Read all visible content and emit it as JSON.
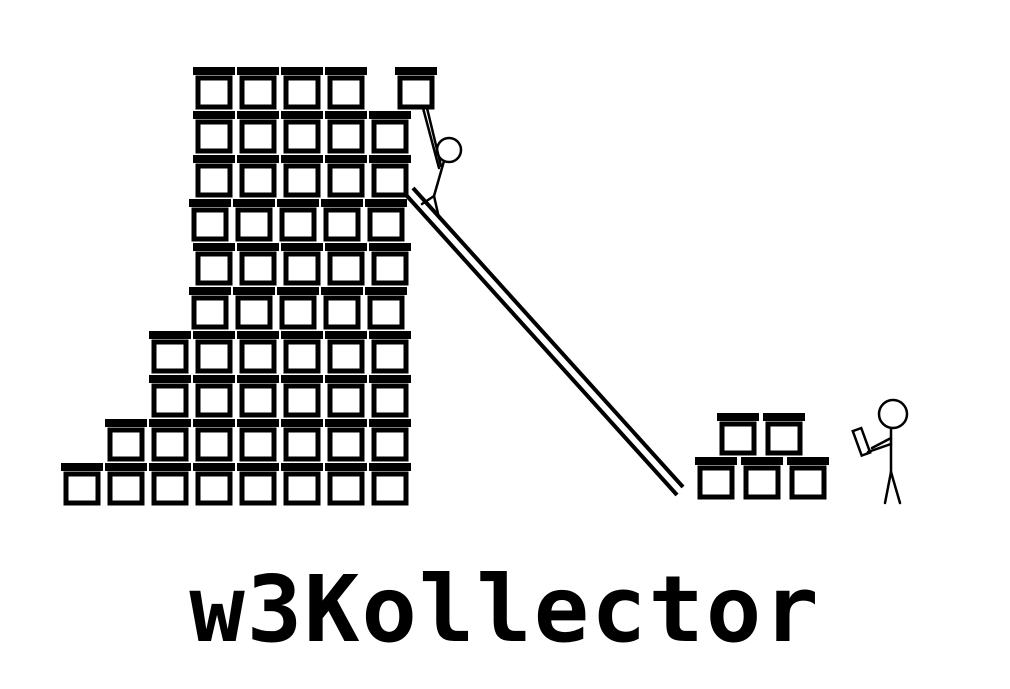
{
  "logo": {
    "text": "w3Kollector",
    "color": "#000000",
    "background": "#ffffff"
  },
  "illustration": {
    "tall_stack_rows": [
      5,
      5,
      5,
      5,
      5,
      5,
      6,
      6,
      7,
      8
    ],
    "small_stack_rows": [
      2,
      3
    ],
    "figures": [
      "climber-on-ladder",
      "person-reading-tablet"
    ]
  }
}
